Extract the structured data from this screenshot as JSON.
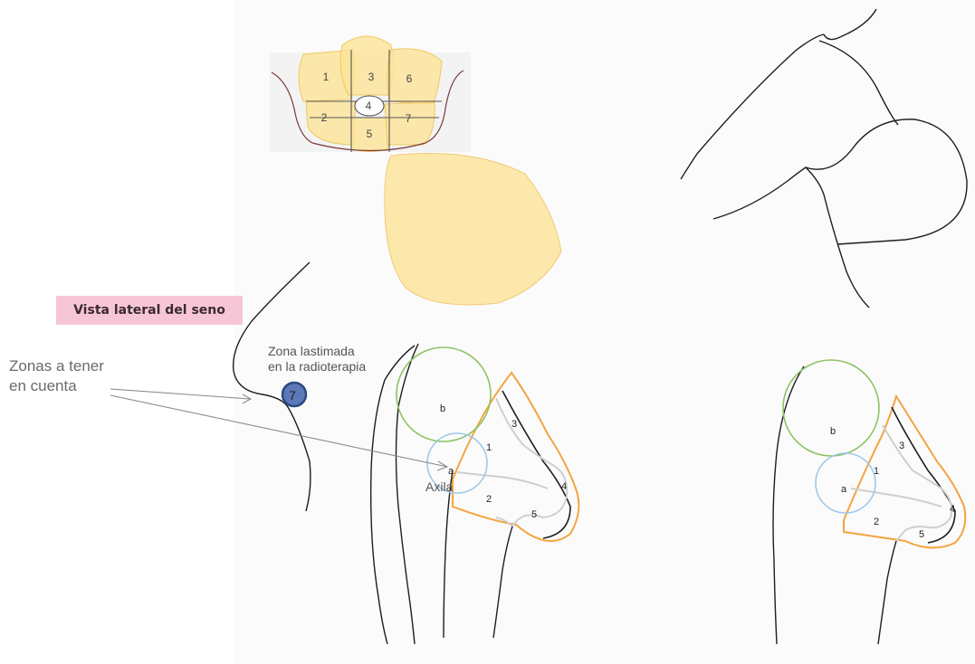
{
  "title": "Vista lateral del seno",
  "annotations": {
    "zonas_line1": "Zonas a tener",
    "zonas_line2": "en cuenta",
    "zona_line1": "Zona lastimada",
    "zona_line2": "en la radioterapia",
    "axila": "Axila",
    "marker_number": "7"
  },
  "top_view": {
    "zone_numbers": [
      "1",
      "2",
      "3",
      "4",
      "5",
      "6",
      "7"
    ]
  },
  "left_diagram": {
    "circle_labels": [
      "b",
      "a"
    ],
    "zone_numbers": [
      "1",
      "2",
      "3",
      "4",
      "5"
    ]
  },
  "right_diagram": {
    "circle_labels": [
      "b",
      "a"
    ],
    "zone_numbers": [
      "1",
      "2",
      "3",
      "4",
      "5"
    ]
  },
  "colors": {
    "zone_fill": "#fbe49b",
    "zone_stroke": "#f0c860",
    "outline_orange": "#f4a440",
    "circle_green": "#8ec262",
    "circle_blue": "#9fc9ea",
    "marker_fill": "#5b78b8",
    "badge_bg": "#f7c6d6"
  }
}
